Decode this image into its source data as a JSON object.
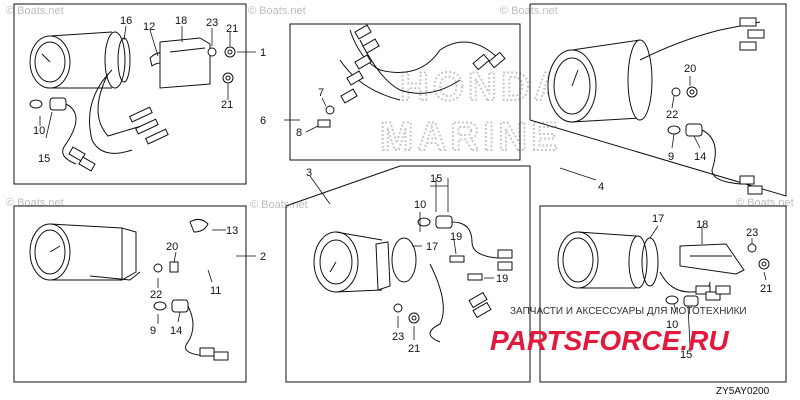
{
  "watermark": "© Boats.net",
  "honda_marine_watermark": "HONDA MARINE",
  "diagram_code": "ZY5AY0200",
  "stamp": {
    "line": "ЗАПЧАСТИ И АКСЕССУАРЫ ДЛЯ МОТОТЕХНИКИ",
    "brand": "PARTSFORCE.RU"
  },
  "callouts": {
    "a1": "16",
    "a2": "12",
    "a3": "18",
    "a4": "23",
    "a5": "21",
    "a6": "1",
    "a7": "10",
    "a8": "15",
    "a9": "21",
    "b1": "6",
    "b2": "7",
    "b3": "8",
    "c1": "20",
    "c2": "22",
    "c3": "9",
    "c4": "14",
    "c5": "4",
    "d1": "13",
    "d2": "20",
    "d3": "11",
    "d4": "2",
    "d5": "22",
    "d6": "9",
    "d7": "14",
    "e1": "3",
    "e2": "15",
    "e3": "10",
    "e4": "17",
    "e5": "19",
    "e6": "19",
    "e7": "23",
    "e8": "21",
    "f1": "17",
    "f2": "18",
    "f3": "23",
    "f4": "21",
    "f5": "10",
    "f6": "15"
  }
}
